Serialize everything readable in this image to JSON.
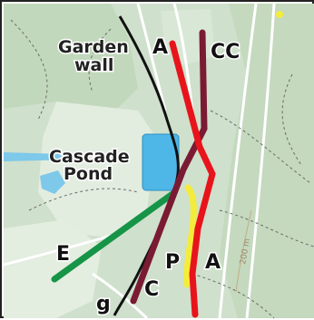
{
  "places": {
    "garden_wall_line1": "Garden",
    "garden_wall_line2": "wall",
    "cascade_pond_line1": "Cascade",
    "cascade_pond_line2": "Pond"
  },
  "route_labels": {
    "a_top": "A",
    "cc": "CC",
    "e": "E",
    "p": "P",
    "a_bottom": "A",
    "c": "C",
    "g": "g"
  },
  "contour": {
    "elevation": "200 m"
  },
  "colors": {
    "map_background": "#cfe0cc",
    "forest": "#b9d2b3",
    "clearing": "#e6efe3",
    "water": "#5bbfe9",
    "pond_blue": "#4fb6e8",
    "route_red": "#e8141b",
    "route_maroon": "#7a1b33",
    "route_black": "#111111",
    "route_green": "#169447",
    "route_yellow": "#f4ec3a",
    "frame": "#222222"
  }
}
